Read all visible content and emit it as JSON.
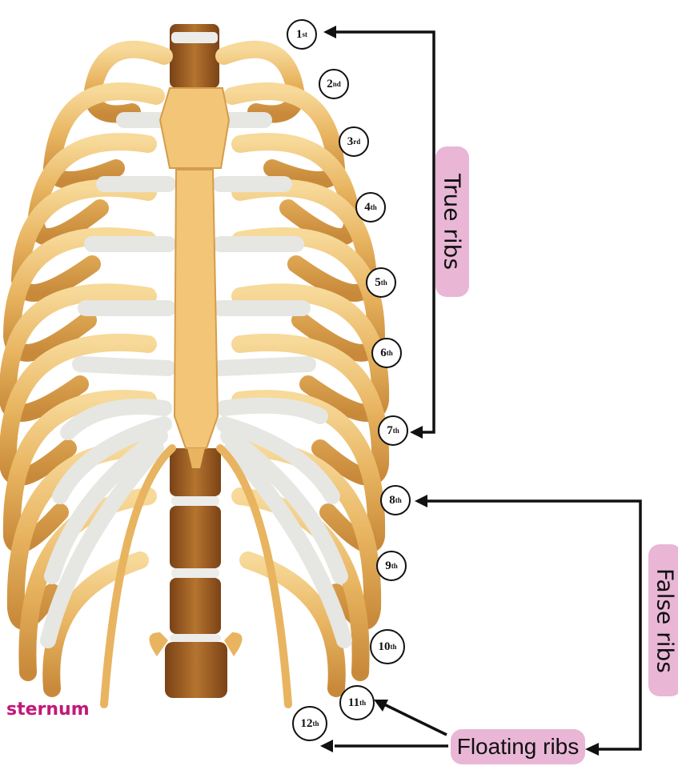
{
  "labels": {
    "true_ribs": "True ribs",
    "false_ribs": "False ribs",
    "floating_ribs": "Floating ribs",
    "sternum": "sternum"
  },
  "ribs": [
    {
      "num": "1",
      "suffix": "st"
    },
    {
      "num": "2",
      "suffix": "nd"
    },
    {
      "num": "3",
      "suffix": "rd"
    },
    {
      "num": "4",
      "suffix": "th"
    },
    {
      "num": "5",
      "suffix": "th"
    },
    {
      "num": "6",
      "suffix": "th"
    },
    {
      "num": "7",
      "suffix": "th"
    },
    {
      "num": "8",
      "suffix": "th"
    },
    {
      "num": "9",
      "suffix": "th"
    },
    {
      "num": "10",
      "suffix": "th"
    },
    {
      "num": "11",
      "suffix": "th"
    },
    {
      "num": "12",
      "suffix": "th"
    }
  ],
  "colors": {
    "bone": "#e8b460",
    "bone_light": "#f6d58f",
    "bone_dark": "#b97a2c",
    "cartilage": "#e6e6e2",
    "spine": "#9a5a22",
    "pill": "#e9b6d6",
    "sternum_label": "#c2187a"
  }
}
